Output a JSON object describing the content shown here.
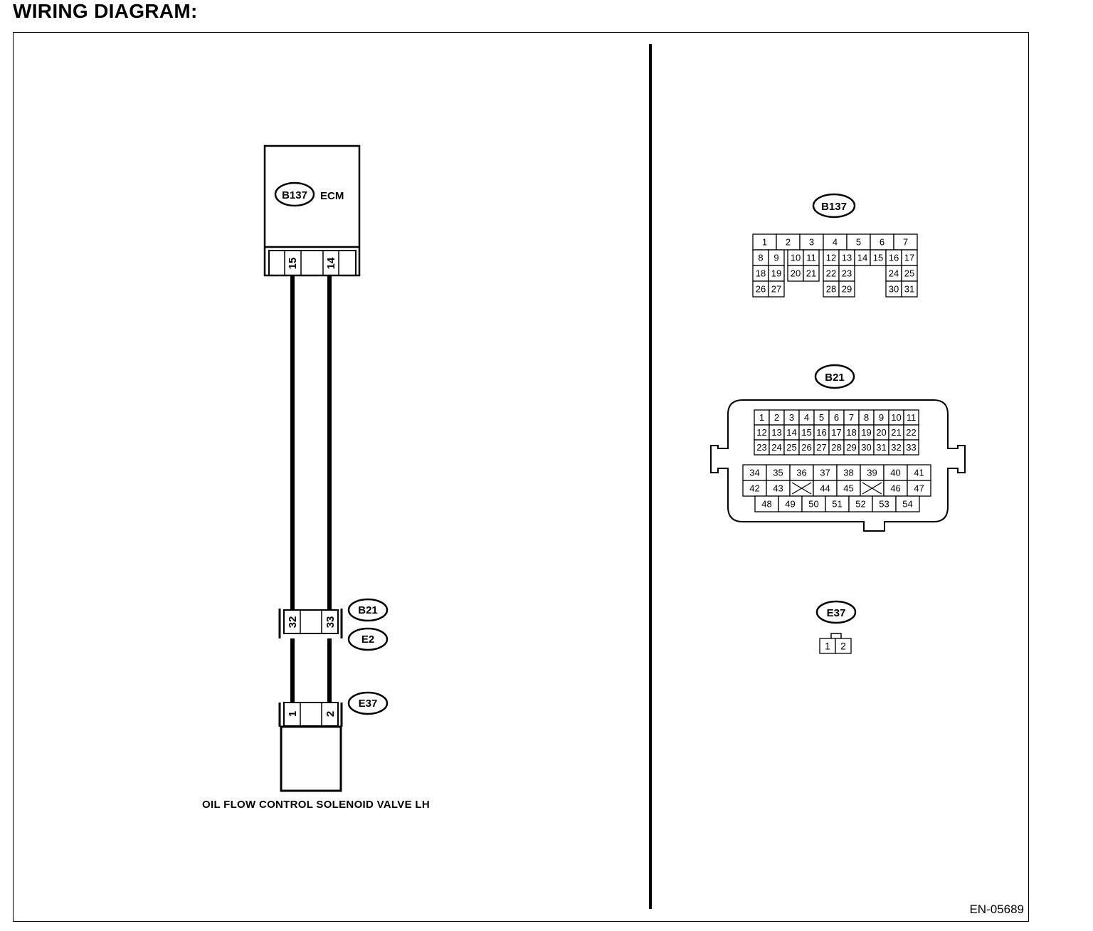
{
  "title": "WIRING DIAGRAM:",
  "doc_code": "EN-05689",
  "schematic": {
    "ecm": {
      "connector": "B137",
      "label": "ECM",
      "pins": [
        "15",
        "14"
      ]
    },
    "joint": {
      "connector_upper": "B21",
      "connector_lower": "E2",
      "pins": [
        "32",
        "33"
      ]
    },
    "valve": {
      "connector": "E37",
      "pins": [
        "1",
        "2"
      ],
      "label": "OIL FLOW CONTROL SOLENOID VALVE LH"
    }
  },
  "connector_views": {
    "b137": {
      "name": "B137",
      "rows": [
        [
          "1",
          "2",
          "3",
          "4",
          "5",
          "6",
          "7"
        ],
        [
          "8",
          "9",
          "10",
          "11",
          "12",
          "13",
          "14",
          "15",
          "16",
          "17"
        ],
        [
          "18",
          "19",
          "20",
          "21",
          "22",
          "23",
          "24",
          "25"
        ],
        [
          "26",
          "27",
          "28",
          "29",
          "30",
          "31"
        ]
      ]
    },
    "b21": {
      "name": "B21",
      "upper_rows": [
        [
          "1",
          "2",
          "3",
          "4",
          "5",
          "6",
          "7",
          "8",
          "9",
          "10",
          "11"
        ],
        [
          "12",
          "13",
          "14",
          "15",
          "16",
          "17",
          "18",
          "19",
          "20",
          "21",
          "22"
        ],
        [
          "23",
          "24",
          "25",
          "26",
          "27",
          "28",
          "29",
          "30",
          "31",
          "32",
          "33"
        ]
      ],
      "lower_rows": [
        [
          "34",
          "35",
          "36",
          "37",
          "38",
          "39",
          "40",
          "41"
        ],
        [
          "42",
          "43",
          "",
          "44",
          "45",
          "",
          "46",
          "47"
        ],
        [
          "48",
          "49",
          "50",
          "51",
          "52",
          "53",
          "54"
        ]
      ]
    },
    "e37": {
      "name": "E37",
      "pins": [
        "1",
        "2"
      ]
    }
  }
}
